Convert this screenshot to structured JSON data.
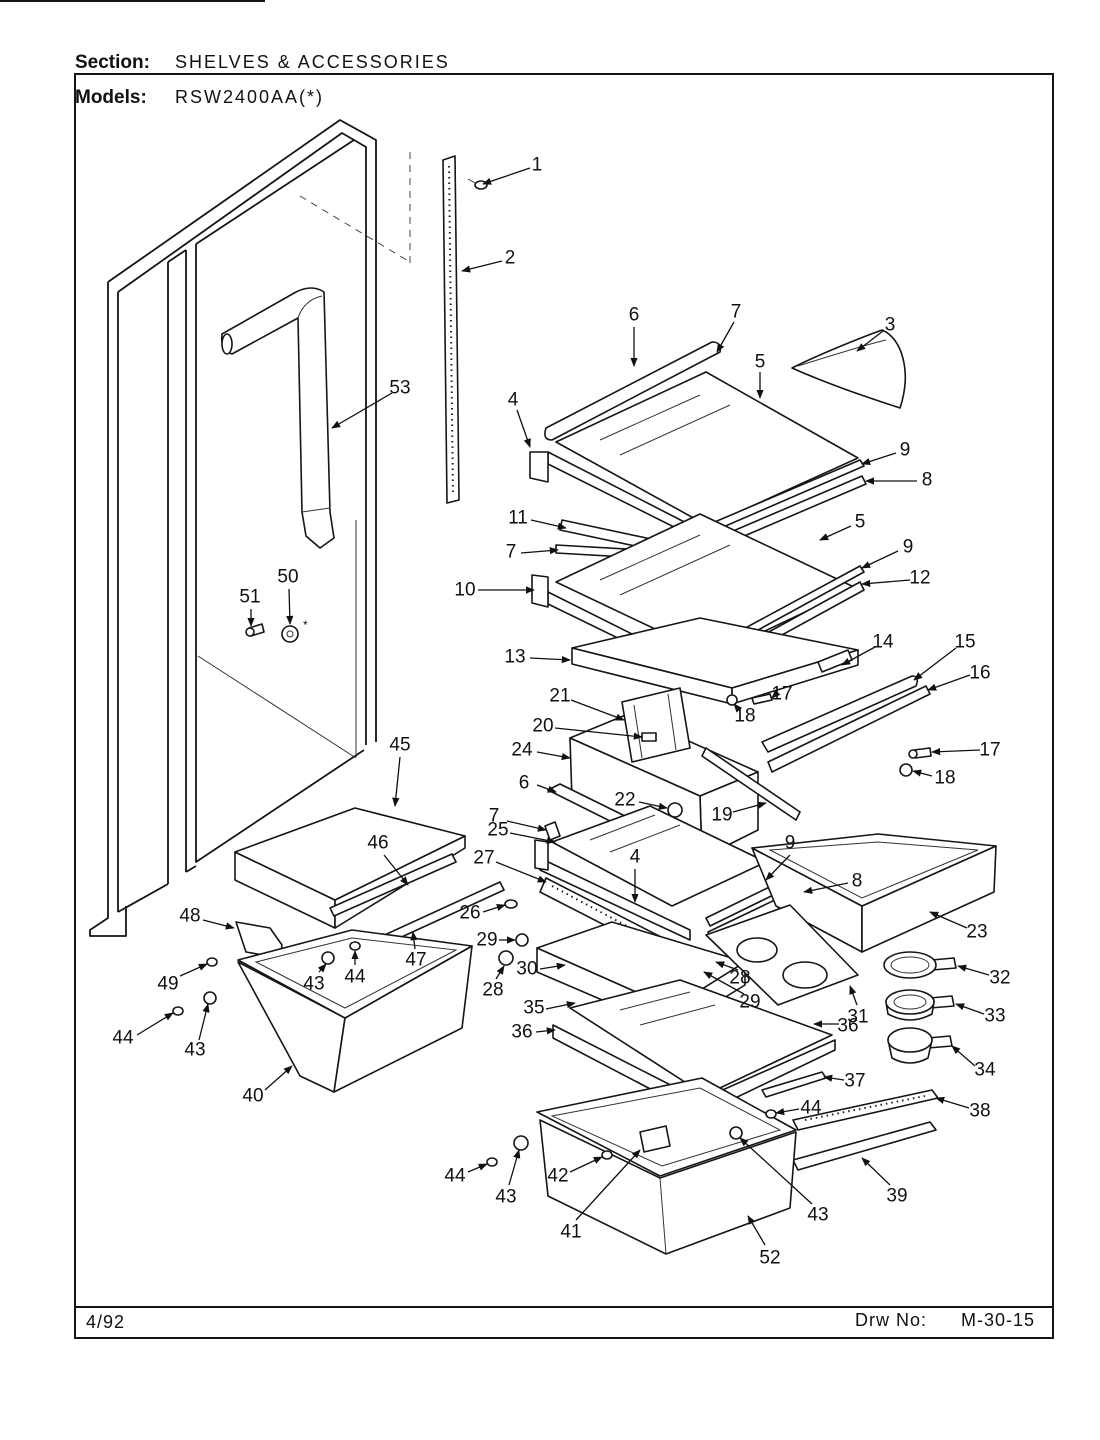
{
  "header": {
    "section_label": "Section:",
    "section_value": "SHELVES & ACCESSORIES",
    "models_label": "Models:",
    "models_value": "RSW2400AA(*)"
  },
  "footer": {
    "date": "4/92",
    "drawing_label": "Drw No:",
    "drawing_number": "M-30-15"
  },
  "mark": "*",
  "callouts": [
    "1",
    "2",
    "3",
    "6",
    "7",
    "5",
    "4",
    "9",
    "8",
    "11",
    "7",
    "5",
    "9",
    "10",
    "12",
    "13",
    "14",
    "15",
    "16",
    "21",
    "20",
    "17",
    "18",
    "24",
    "6",
    "22",
    "19",
    "17",
    "18",
    "45",
    "7",
    "25",
    "46",
    "9",
    "8",
    "27",
    "4",
    "23",
    "26",
    "48",
    "29",
    "28",
    "30",
    "28",
    "29",
    "31",
    "43",
    "44",
    "47",
    "49",
    "32",
    "33",
    "34",
    "35",
    "36",
    "36",
    "37",
    "44",
    "43",
    "40",
    "44",
    "38",
    "44",
    "43",
    "42",
    "41",
    "43",
    "39",
    "52",
    "53",
    "50",
    "51"
  ]
}
